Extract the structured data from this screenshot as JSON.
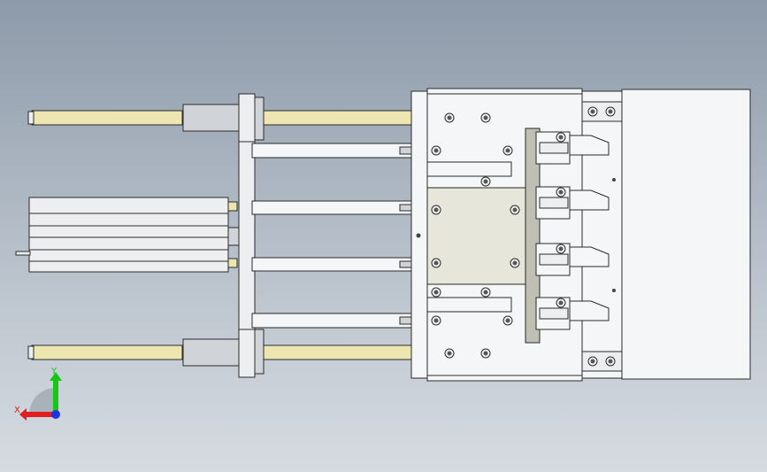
{
  "view": {
    "name": "cad-assembly-view"
  },
  "triad": {
    "x_label": "X",
    "y_label": "Y",
    "x_color": "#e01e1e",
    "y_color": "#14c814",
    "z_color": "#1e32e0"
  },
  "colors": {
    "rod": "#eee6b0",
    "metal_light": "#eceeef",
    "metal_mid": "#d0d4d8",
    "plate": "#f4f6f7",
    "center_block": "#e6e6da",
    "side_rail": "#bfbfb4",
    "edge": "#2a2a2a"
  }
}
